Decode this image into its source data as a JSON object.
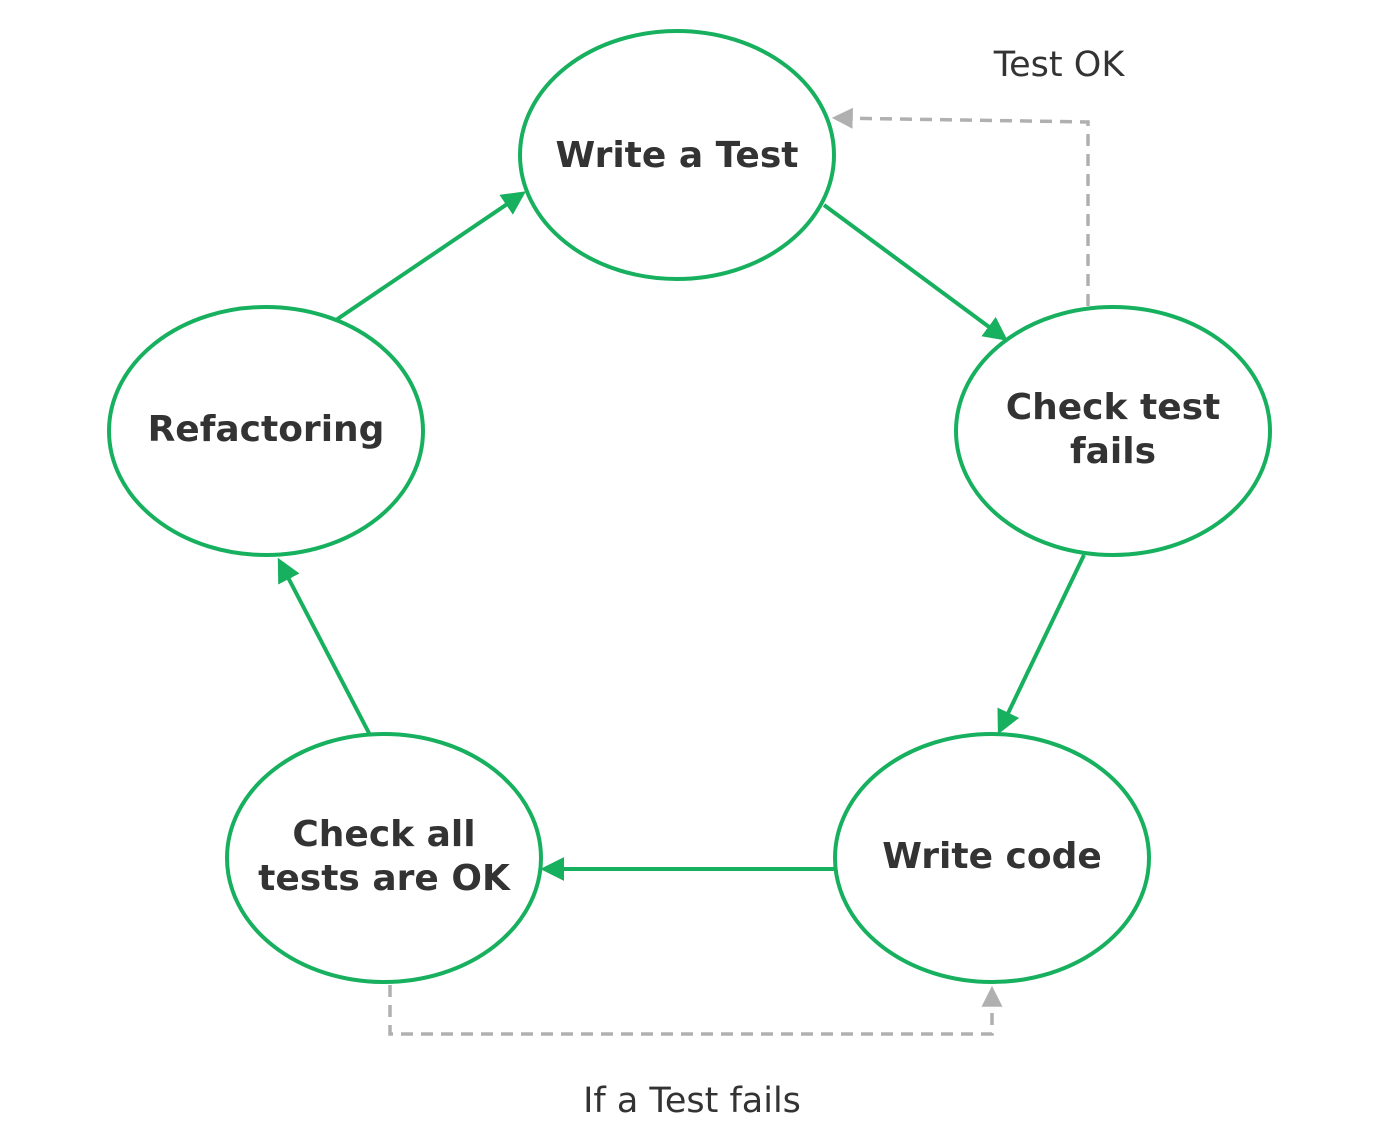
{
  "colors": {
    "accent": "#17b05e",
    "dashed": "#b0b0b0",
    "text": "#333333"
  },
  "nodes": {
    "write_test": {
      "lines": [
        "Write a Test"
      ]
    },
    "check_test_fails": {
      "lines": [
        "Check test",
        "fails"
      ]
    },
    "write_code": {
      "lines": [
        "Write code"
      ]
    },
    "check_all_ok": {
      "lines": [
        "Check all",
        "tests are OK"
      ]
    },
    "refactoring": {
      "lines": [
        "Refactoring"
      ]
    }
  },
  "labels": {
    "test_ok": "Test OK",
    "if_test_fails": "If a Test fails"
  }
}
